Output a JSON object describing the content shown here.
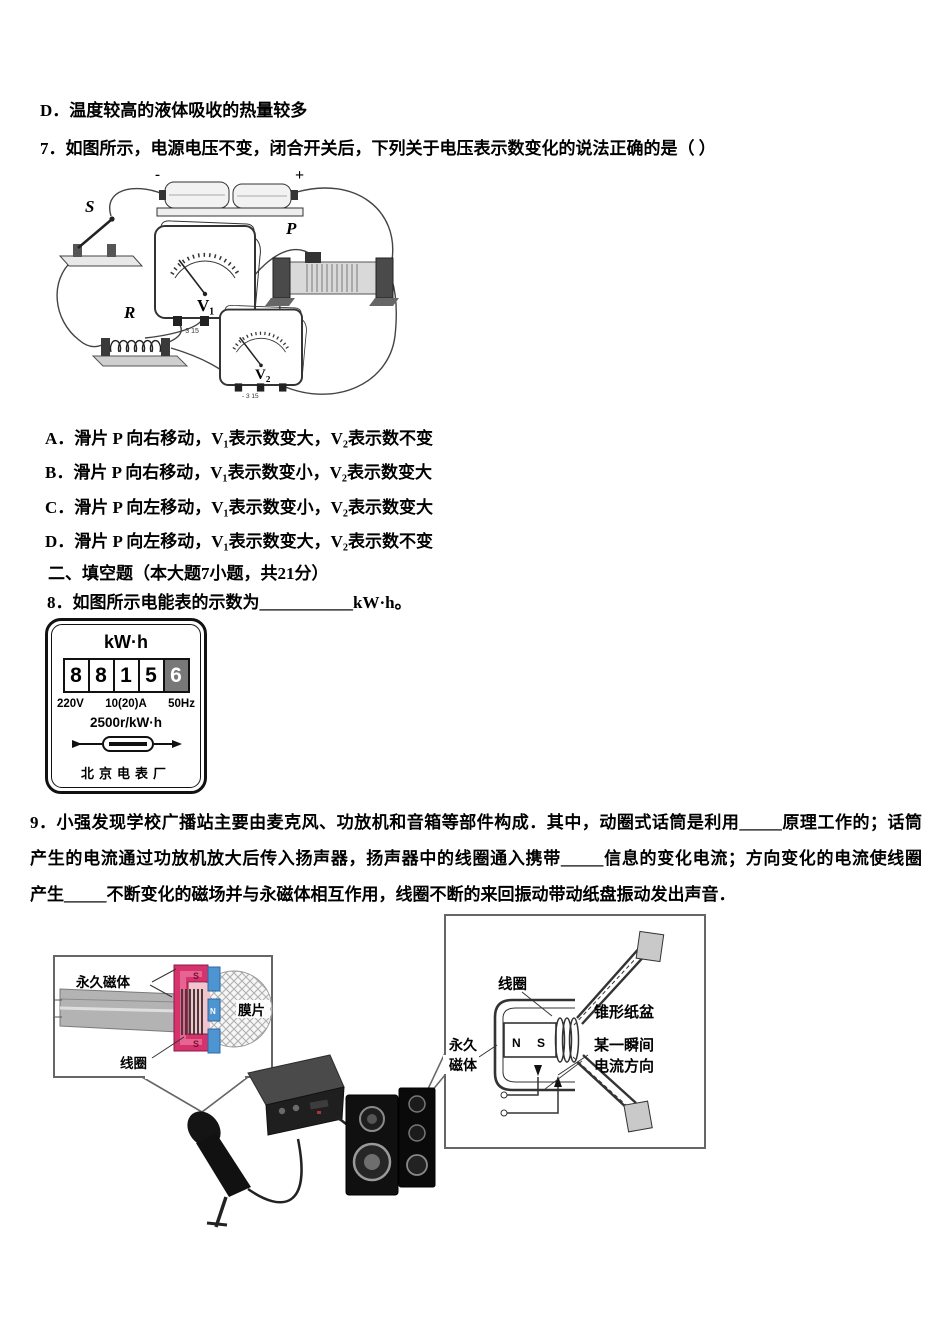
{
  "doc": {
    "prev_option_d": "D．温度较高的液体吸收的热量较多",
    "q7_stem": "7．如图所示，电源电压不变，闭合开关后，下列关于电压表示数变化的说法正确的是（ ）",
    "q7_option_a": "A．滑片 P 向右移动，V₁表示数变大，V₂表示数不变",
    "q7_option_b": "B．滑片 P 向右移动，V₁表示数变小，V₂表示数变大",
    "q7_option_c": "C．滑片 P 向左移动，V₁表示数变小，V₂表示数变大",
    "q7_option_d": "D．滑片 P 向左移动，V₁表示数变大，V₂表示数不变",
    "section2_header": "二、填空题（本大题7小题，共21分）",
    "q8_text": "8．如图所示电能表的示数为___________kW·h。",
    "q9_line1": "9．小强发现学校广播站主要由麦克风、功放机和音箱等部件构成．其中，动圈式话筒是利用_____原理工作的；话筒",
    "q9_line2": "产生的电流通过功放机放大后传入扬声器，扬声器中的线圈通入携带_____信息的变化电流；方向变化的电流使线圈",
    "q9_line3": "产生_____不断变化的磁场并与永磁体相互作用，线圈不断的来回振动带动纸盘振动发出声音．"
  },
  "circuit": {
    "battery_minus": "-",
    "battery_plus": "+",
    "switch_label": "S",
    "slider_label": "P",
    "resistor_label": "R",
    "voltmeter1_label": "V₁",
    "voltmeter2_label": "V₂",
    "terminal_marks": "-  3  15"
  },
  "meter": {
    "unit_label": "kW·h",
    "digits": [
      "8",
      "8",
      "1",
      "5",
      "6"
    ],
    "voltage": "220V",
    "current": "10(20)A",
    "frequency": "50Hz",
    "rev_rate": "2500r/kW·h",
    "factory": "北京电表厂"
  },
  "figure9": {
    "mic": {
      "magnet_label": "永久磁体",
      "diaphragm_label": "膜片",
      "coil_label": "线圈",
      "pole_s_top": "S",
      "pole_s_bottom": "S",
      "pole_n": "N"
    },
    "speaker": {
      "coil_label": "线圈",
      "cone_label": "锥形纸盆",
      "magnet_label_1": "永久",
      "magnet_label_2": "磁体",
      "moment_label_1": "某一瞬间",
      "moment_label_2": "电流方向",
      "pole_n": "N",
      "pole_s": "S"
    }
  },
  "colors": {
    "magnet_pink": "#d6336c",
    "magnet_blue": "#4d94d0",
    "digit_dark_bg": "#787878"
  }
}
